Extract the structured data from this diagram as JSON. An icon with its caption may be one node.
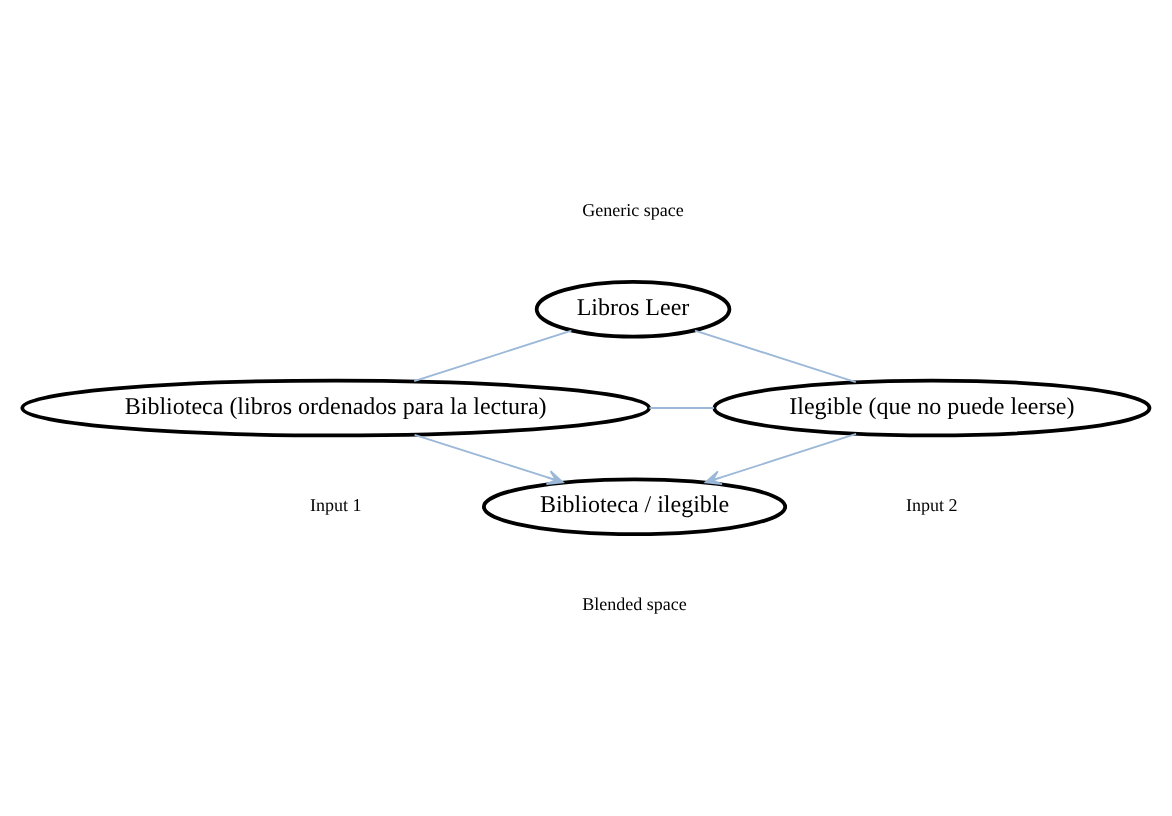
{
  "diagram": {
    "nodes": [
      {
        "text": [
          "Libros Leer"
        ],
        "beside": [
          "Generic space"
        ]
      },
      {
        "text": [
          "Biblioteca (libros ordenados para la lectura)"
        ],
        "beside": [
          "Input 1"
        ]
      },
      {
        "text": [
          "Ilegible (que no puede leerse)"
        ],
        "beside": [
          "Input 2"
        ]
      },
      {
        "text": [
          "Biblioteca / ilegible"
        ],
        "beside": [
          "Blended space"
        ]
      }
    ],
    "edges": [
      {
        "from": 0,
        "to": 1,
        "arrow": "none"
      },
      {
        "from": 0,
        "to": 2,
        "arrow": "none"
      },
      {
        "from": 1,
        "to": 2,
        "arrow": "none"
      },
      {
        "from": 1,
        "to": 3,
        "arrow": "to"
      },
      {
        "from": 2,
        "to": 3,
        "arrow": "to"
      }
    ]
  }
}
